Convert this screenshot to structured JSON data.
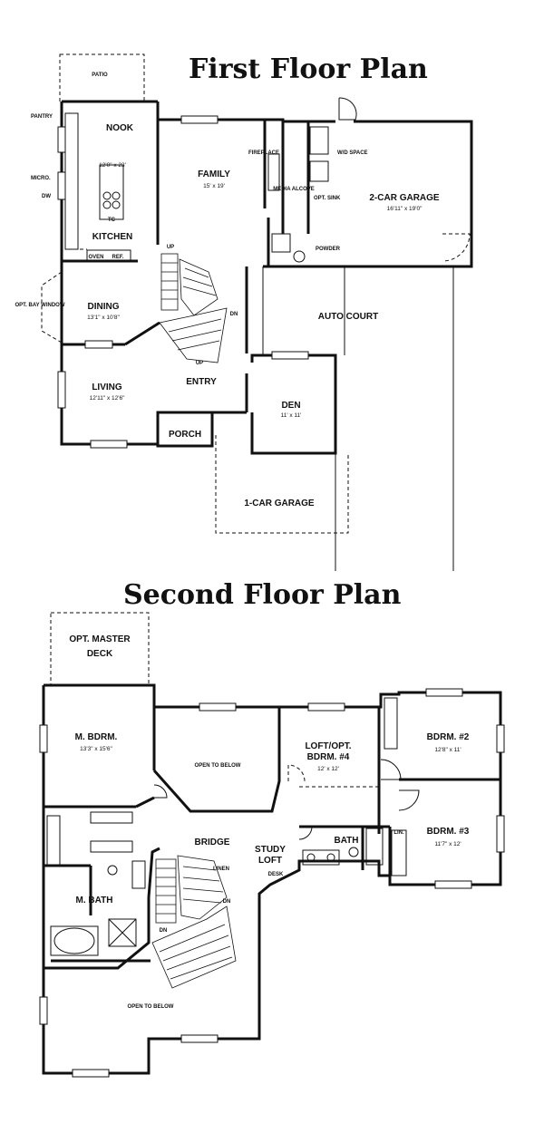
{
  "titles": {
    "first": "First Floor Plan",
    "second": "Second Floor Plan"
  },
  "first_floor": {
    "patio": "PATIO",
    "pantry": "PANTRY",
    "nook": "NOOK",
    "nook_dim": "12'0\" x 23'",
    "micro": "MICRO.",
    "dw": "DW",
    "kitchen": "KITCHEN",
    "tc": "TC",
    "oven": "OVEN",
    "ref": "REF.",
    "family": "FAMILY",
    "family_dim": "15' x 19'",
    "fireplace": "FIREPLACE",
    "media_alcove": "MEDIA ALCOVE",
    "wd_space": "W/D SPACE",
    "opt_sink": "OPT. SINK",
    "garage2": "2-CAR GARAGE",
    "garage2_dim": "16'11\" x 19'0\"",
    "powder": "POWDER",
    "up1": "UP",
    "up2": "UP",
    "dn": "DN",
    "opt_bay_window": "OPT. BAY WINDOW",
    "dining": "DINING",
    "dining_dim": "13'1\" x 10'8\"",
    "auto_court": "AUTO COURT",
    "entry": "ENTRY",
    "living": "LIVING",
    "living_dim": "12'11\" x 12'6\"",
    "den": "DEN",
    "den_dim": "11' x 11'",
    "porch": "PORCH",
    "garage1": "1-CAR GARAGE"
  },
  "second_floor": {
    "opt_master_deck": "OPT. MASTER DECK",
    "m_bdrm": "M. BDRM.",
    "m_bdrm_dim": "13'3\" x 15'6\"",
    "open_below_top": "OPEN TO BELOW",
    "loft": "LOFT/OPT. BDRM. #4",
    "loft_dim": "12' x 12'",
    "bdrm2": "BDRM. #2",
    "bdrm2_dim": "12'8\" x 11'",
    "bdrm3": "BDRM. #3",
    "bdrm3_dim": "11'7\" x 12'",
    "bridge": "BRIDGE",
    "linen": "LINEN",
    "study_loft": "STUDY LOFT",
    "desk": "DESK",
    "bath": "BATH",
    "lin": "LIN.",
    "m_bath": "M. BATH",
    "dn1": "DN",
    "dn2": "DN",
    "open_below_bottom": "OPEN TO BELOW"
  }
}
